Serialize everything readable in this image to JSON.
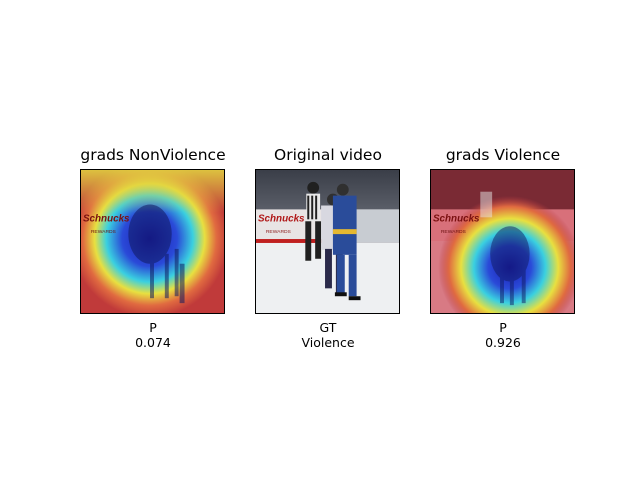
{
  "panels": [
    {
      "title": "grads NonViolence",
      "caption_line1": "P",
      "caption_line2": "0.074",
      "image": "heatmap-overlay-left"
    },
    {
      "title": "Original video",
      "caption_line1": "GT",
      "caption_line2": "Violence",
      "image": "hockey-fight-frame"
    },
    {
      "title": "grads Violence",
      "caption_line1": "P",
      "caption_line2": "0.926",
      "image": "heatmap-overlay-right"
    }
  ],
  "frame_text": {
    "board_text": "Schnucks",
    "board_sub": "REWARDS"
  },
  "colors": {
    "heat_red": "#c0393a",
    "heat_yellow": "#f0e040",
    "heat_cyan": "#40e0e0",
    "heat_blue": "#2020c0",
    "ice": "#eef0f2",
    "jersey_blue": "#2a4c9a",
    "jersey_gold": "#e6b830"
  }
}
